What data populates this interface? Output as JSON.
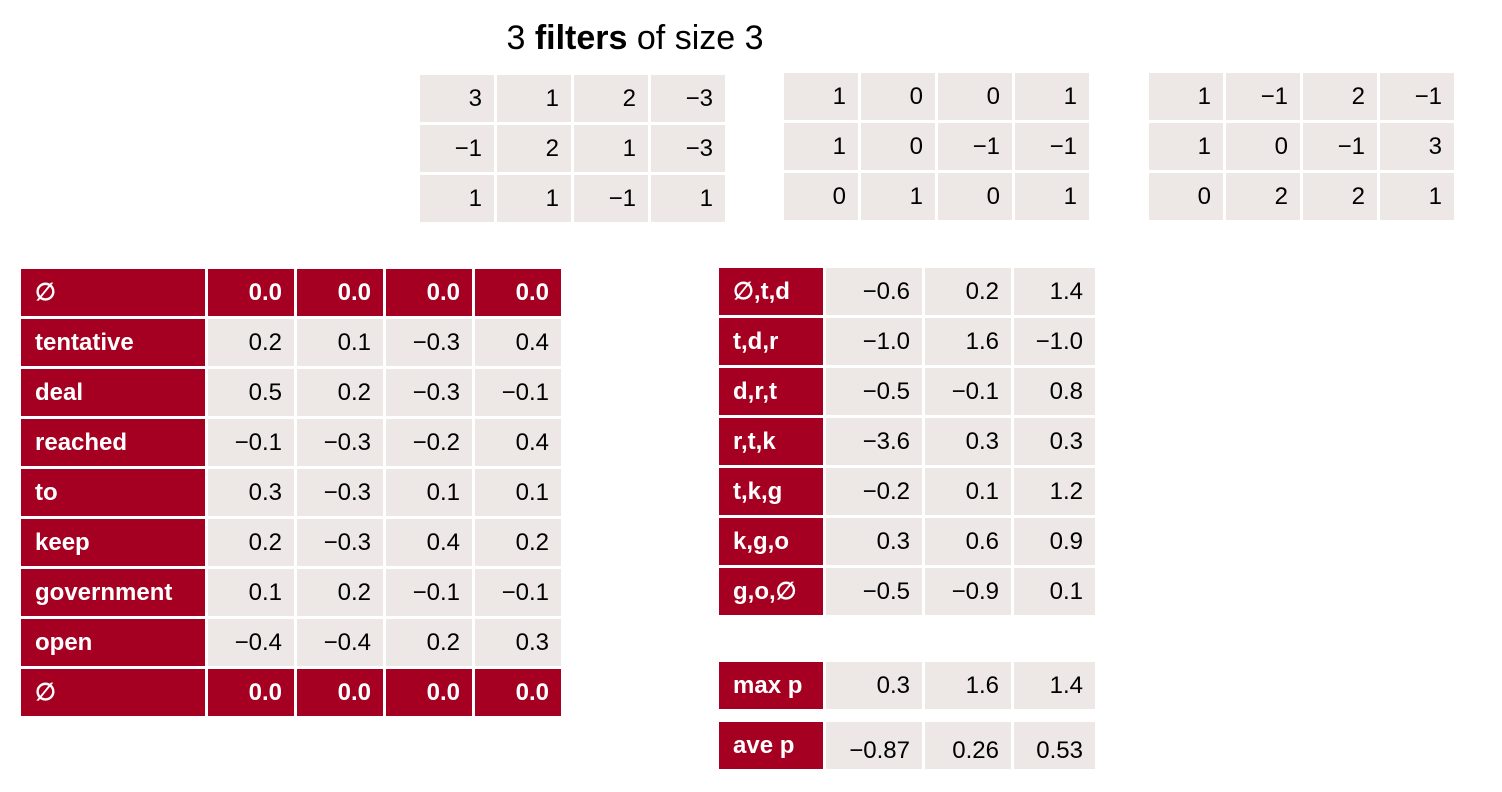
{
  "title": {
    "count": "3",
    "word": "filters",
    "rest": "of size 3"
  },
  "filters": [
    [
      [
        "3",
        "1",
        "2",
        "−3"
      ],
      [
        "−1",
        "2",
        "1",
        "−3"
      ],
      [
        "1",
        "1",
        "−1",
        "1"
      ]
    ],
    [
      [
        "1",
        "0",
        "0",
        "1"
      ],
      [
        "1",
        "0",
        "−1",
        "−1"
      ],
      [
        "0",
        "1",
        "0",
        "1"
      ]
    ],
    [
      [
        "1",
        "−1",
        "2",
        "−1"
      ],
      [
        "1",
        "0",
        "−1",
        "3"
      ],
      [
        "0",
        "2",
        "2",
        "1"
      ]
    ]
  ],
  "embeddings": [
    {
      "word": "∅",
      "values": [
        "0.0",
        "0.0",
        "0.0",
        "0.0"
      ],
      "pad": true
    },
    {
      "word": "tentative",
      "values": [
        "0.2",
        "0.1",
        "−0.3",
        "0.4"
      ]
    },
    {
      "word": "deal",
      "values": [
        "0.5",
        "0.2",
        "−0.3",
        "−0.1"
      ]
    },
    {
      "word": "reached",
      "values": [
        "−0.1",
        "−0.3",
        "−0.2",
        "0.4"
      ]
    },
    {
      "word": "to",
      "values": [
        "0.3",
        "−0.3",
        "0.1",
        "0.1"
      ]
    },
    {
      "word": "keep",
      "values": [
        "0.2",
        "−0.3",
        "0.4",
        "0.2"
      ]
    },
    {
      "word": "government",
      "values": [
        "0.1",
        "0.2",
        "−0.1",
        "−0.1"
      ]
    },
    {
      "word": "open",
      "values": [
        "−0.4",
        "−0.4",
        "0.2",
        "0.3"
      ]
    },
    {
      "word": "∅",
      "values": [
        "0.0",
        "0.0",
        "0.0",
        "0.0"
      ],
      "pad": true
    }
  ],
  "conv_output": [
    {
      "label": "∅,t,d",
      "values": [
        "−0.6",
        "0.2",
        "1.4"
      ]
    },
    {
      "label": "t,d,r",
      "values": [
        "−1.0",
        "1.6",
        "−1.0"
      ]
    },
    {
      "label": "d,r,t",
      "values": [
        "−0.5",
        "−0.1",
        "0.8"
      ]
    },
    {
      "label": "r,t,k",
      "values": [
        "−3.6",
        "0.3",
        "0.3"
      ]
    },
    {
      "label": "t,k,g",
      "values": [
        "−0.2",
        "0.1",
        "1.2"
      ]
    },
    {
      "label": "k,g,o",
      "values": [
        "0.3",
        "0.6",
        "0.9"
      ]
    },
    {
      "label": "g,o,∅",
      "values": [
        "−0.5",
        "−0.9",
        "0.1"
      ]
    }
  ],
  "max_pool": {
    "label": "max p",
    "values": [
      "0.3",
      "1.6",
      "1.4"
    ]
  },
  "avg_pool": {
    "label": "ave p",
    "values": [
      "−0.87",
      "0.26",
      "0.53"
    ]
  },
  "colors": {
    "header_red": "#a50021",
    "cell_gray": "#ede7e6"
  }
}
